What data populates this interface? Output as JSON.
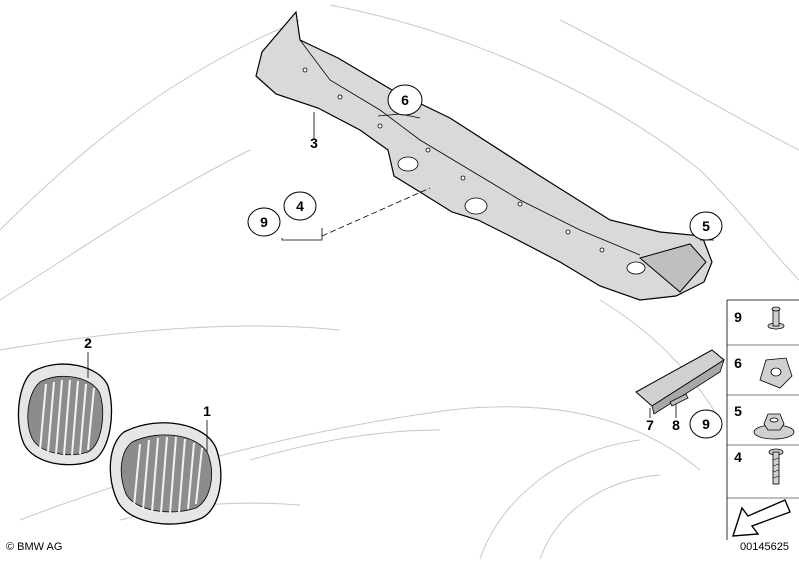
{
  "callouts": {
    "grille_right": "1",
    "grille_left": "2",
    "cowl_panel": "3",
    "bubble_4": "4",
    "bubble_9": "9",
    "bubble_6": "6",
    "bubble_5": "5",
    "clip_7": "7",
    "clip_8": "8",
    "bubble_9b": "9"
  },
  "legend": [
    {
      "num": "9",
      "icon": "push-rivet-icon"
    },
    {
      "num": "6",
      "icon": "clip-nut-icon"
    },
    {
      "num": "5",
      "icon": "hex-nut-icon"
    },
    {
      "num": "4",
      "icon": "screw-icon"
    }
  ],
  "footer": {
    "copyright": "© BMW AG",
    "doc_id": "00145625"
  },
  "colors": {
    "line": "#000000",
    "part_fill": "#d9d9d9",
    "hood_line": "#c8c8c8"
  }
}
